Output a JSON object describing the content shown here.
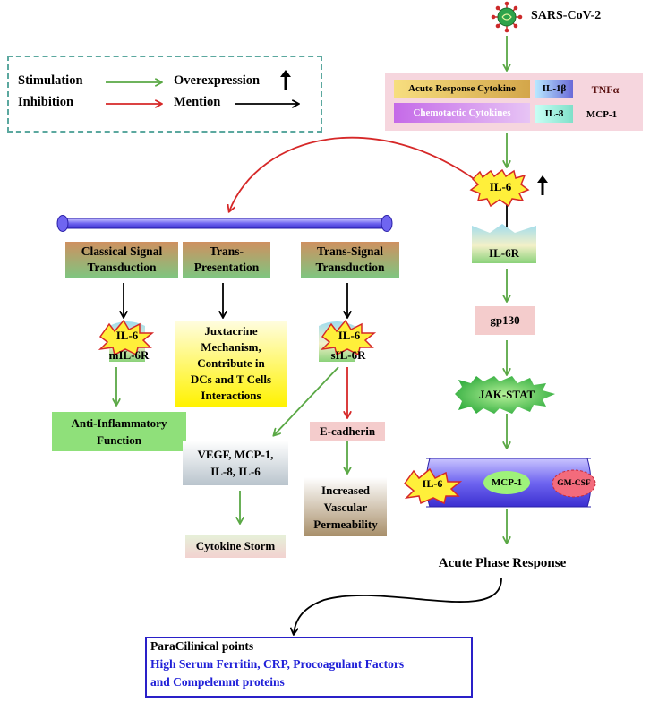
{
  "virus": {
    "label": "SARS-CoV-2"
  },
  "legend": {
    "stimulation": "Stimulation",
    "inhibition": "Inhibition",
    "overexpression": "Overexpression",
    "mention": "Mention"
  },
  "cytokines": {
    "acute_label": "Acute Response Cytokine",
    "acute_items": [
      "IL-1β",
      "TNFα"
    ],
    "chemo_label": "Chemotactic Cytokines",
    "chemo_items": [
      "IL-8",
      "MCP-1"
    ]
  },
  "il6_main": "IL-6",
  "right_pathway": {
    "receptor": "IL-6R",
    "gp130": "gp130",
    "jak": "JAK-STAT",
    "bar_items": [
      "IL-6",
      "MCP-1",
      "GM-CSF"
    ],
    "acute_phase": "Acute Phase Response"
  },
  "classical": {
    "header_lines": [
      "Classical Signal",
      "Transduction"
    ],
    "il6": "IL-6",
    "receptor": "mIL-6R",
    "outcome_lines": [
      "Anti-Inflammatory",
      "Function"
    ]
  },
  "trans_presentation": {
    "header_lines": [
      "Trans-",
      "Presentation"
    ],
    "outcome_lines": [
      "Juxtacrine",
      "Mechanism,",
      "Contribute in",
      "DCs and T Cells",
      "Interactions"
    ]
  },
  "trans_signal": {
    "header_lines": [
      "Trans-Signal",
      "Transduction"
    ],
    "il6": "IL-6",
    "receptor": "sIL-6R",
    "ecadherin": "E-cadherin",
    "permeability_lines": [
      "Increased",
      "Vascular",
      "Permeability"
    ],
    "vegf_lines": [
      "VEGF, MCP-1,",
      "IL-8, IL-6"
    ],
    "storm": "Cytokine Storm"
  },
  "paraclinical": {
    "title": "ParaCilinical points",
    "lines": [
      "High Serum Ferritin, CRP, Procoagulant Factors",
      "and Compelemnt proteins"
    ]
  },
  "colors": {
    "stimulation": "#5aa845",
    "inhibition": "#d62828",
    "mention": "#000000",
    "para_text": "#2020d8"
  }
}
